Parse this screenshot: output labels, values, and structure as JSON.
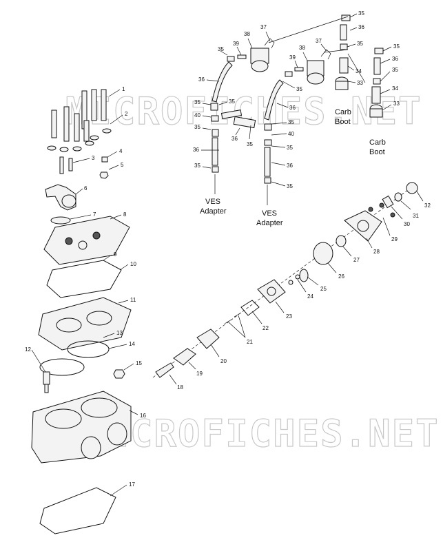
{
  "watermark": "MICROFICHES.NET",
  "part_numbers": [
    "1",
    "2",
    "3",
    "4",
    "5",
    "6",
    "7",
    "8",
    "9",
    "10",
    "11",
    "12",
    "13",
    "14",
    "15",
    "16",
    "17",
    "18",
    "19",
    "20",
    "21",
    "22",
    "23",
    "24",
    "25",
    "26",
    "27",
    "28",
    "29",
    "30",
    "31",
    "32",
    "33",
    "34",
    "35",
    "36",
    "37",
    "38",
    "39",
    "40"
  ],
  "labels": {
    "carb_boot": [
      "Carb",
      "Boot"
    ],
    "ves_adapter": [
      "VES",
      "Adapter"
    ]
  }
}
